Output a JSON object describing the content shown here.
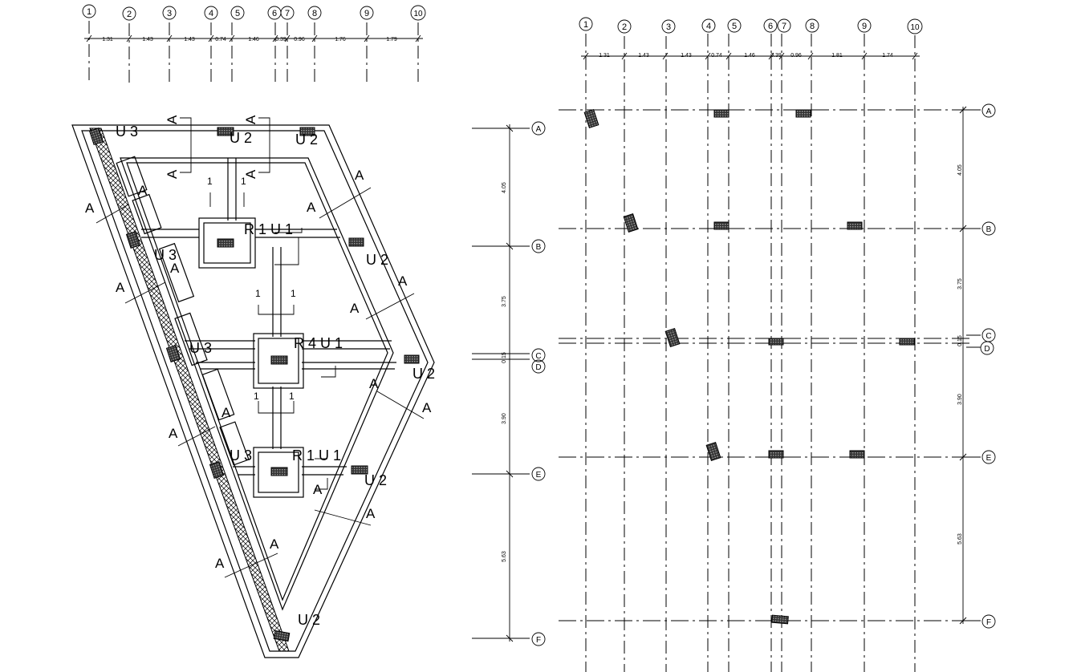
{
  "left_plan": {
    "grid_labels": [
      "1",
      "2",
      "3",
      "4",
      "5",
      "6",
      "7",
      "8",
      "9",
      "10"
    ],
    "spacings": [
      "1.31",
      "1.43",
      "1.43",
      "0.74",
      "1.46",
      "0.39",
      "0.96",
      "1.76",
      "1.79"
    ],
    "beam_tags": {
      "u3_top": "U 3",
      "u2_top_a": "U 2",
      "u2_top_b": "U 2",
      "u2_right_1": "U 2",
      "u2_right_2": "U 2",
      "u2_right_3": "U 2",
      "u2_bottom": "U 2",
      "u3_mid_1": "U 3",
      "u3_mid_2": "U 3",
      "u3_mid_3": "U 3",
      "r1u1_a": "R 1 U 1",
      "r4u1": "R 4 U 1",
      "r1u1_b": "R 1 U 1"
    },
    "section_marks": [
      "A",
      "1"
    ]
  },
  "right_plan": {
    "grid_labels": [
      "1",
      "2",
      "3",
      "4",
      "5",
      "6",
      "7",
      "8",
      "9",
      "10"
    ],
    "spacings": [
      "1.31",
      "1.43",
      "1.43",
      "0.74",
      "1.46",
      "0.39",
      "0.96",
      "1.81",
      "1.74"
    ],
    "row_labels": [
      "A",
      "B",
      "C",
      "D",
      "E",
      "F"
    ],
    "row_dims": [
      "4.05",
      "3.75",
      "0.15",
      "3.90",
      "5.63"
    ]
  },
  "middle_rows": {
    "row_labels": [
      "A",
      "B",
      "C",
      "D",
      "E",
      "F"
    ],
    "row_dims": [
      "4.05",
      "3.75",
      "0.15",
      "3.90",
      "5.63"
    ]
  }
}
